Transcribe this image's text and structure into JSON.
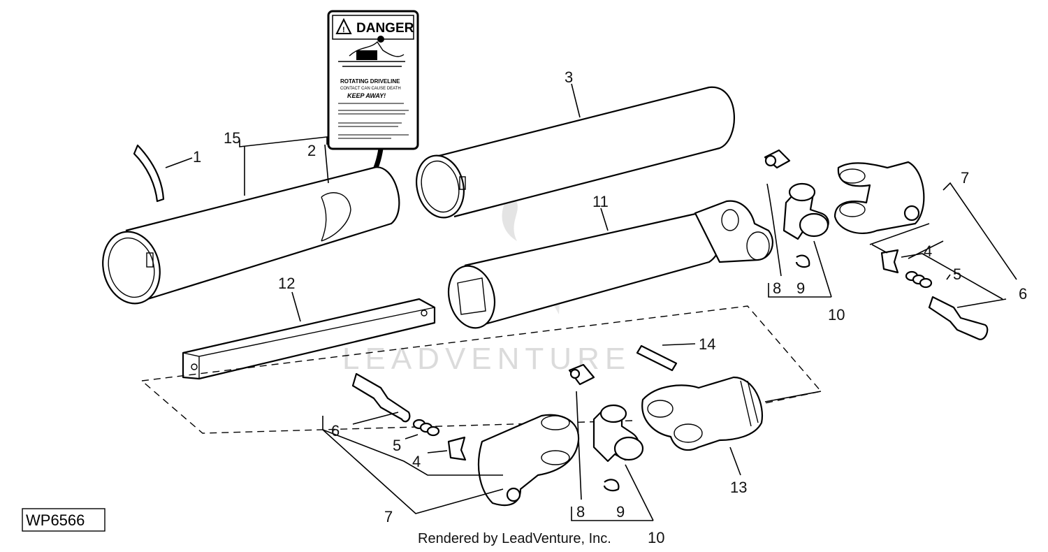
{
  "drawing_code": "WP6566",
  "watermark": "LEADVENTURE",
  "footer": "Rendered by LeadVenture, Inc.",
  "decal": {
    "header": "DANGER",
    "lines": [
      "ROTATING DRIVELINE",
      "CONTACT CAN CAUSE DEATH",
      "KEEP AWAY!"
    ]
  },
  "callouts": {
    "c1": "1",
    "c2": "2",
    "c3": "3",
    "c4a": "4",
    "c4b": "4",
    "c5a": "5",
    "c5b": "5",
    "c6a": "6",
    "c6b": "6",
    "c7a": "7",
    "c7b": "7",
    "c8a": "8",
    "c8b": "8",
    "c9a": "9",
    "c9b": "9",
    "c10a": "10",
    "c10b": "10",
    "c11": "11",
    "c12": "12",
    "c13": "13",
    "c14": "14",
    "c15": "15"
  }
}
